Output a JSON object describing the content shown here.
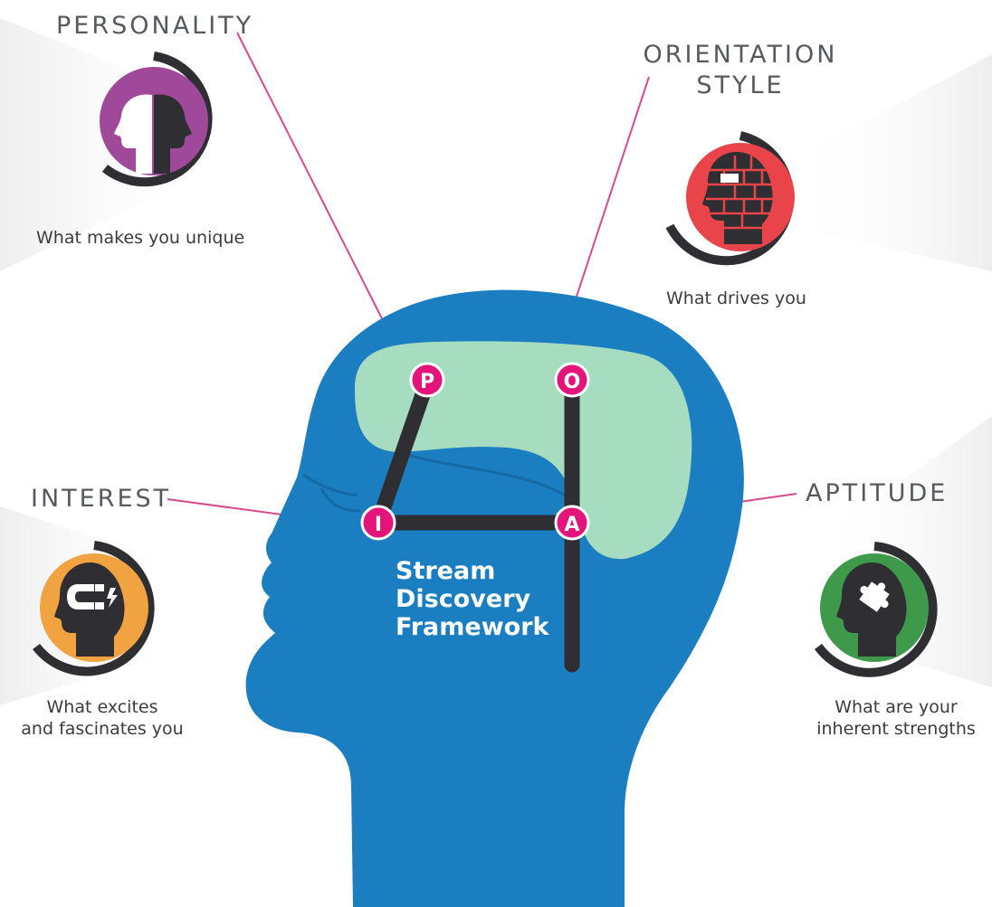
{
  "framework": {
    "lines": [
      "Stream",
      "Discovery",
      "Framework"
    ]
  },
  "nodes": {
    "p": "P",
    "o": "O",
    "i": "I",
    "a": "A"
  },
  "categories": {
    "personality": {
      "title": "PERSONALITY",
      "caption": "What makes you unique",
      "color": "#a0499a",
      "icon": "two-faces-icon"
    },
    "orientation": {
      "title_lines": [
        "ORIENTATION",
        "STYLE"
      ],
      "caption": "What drives you",
      "color": "#e8444a",
      "icon": "brick-head-icon"
    },
    "interest": {
      "title": "INTEREST",
      "caption_lines": [
        "What excites",
        "and fascinates you"
      ],
      "color": "#f2a341",
      "icon": "magnet-head-icon"
    },
    "aptitude": {
      "title": "APTITUDE",
      "caption_lines": [
        "What are your",
        "inherent strengths"
      ],
      "color": "#3e9a4a",
      "icon": "puzzle-head-icon"
    }
  },
  "colors": {
    "head_blue": "#1a7ec0",
    "brain_green": "#a6dcc0",
    "node_pink": "#e3147a",
    "connector_dark": "#2f2f33",
    "leader_line": "#d9498e",
    "ring_dark": "#2f2f33"
  }
}
